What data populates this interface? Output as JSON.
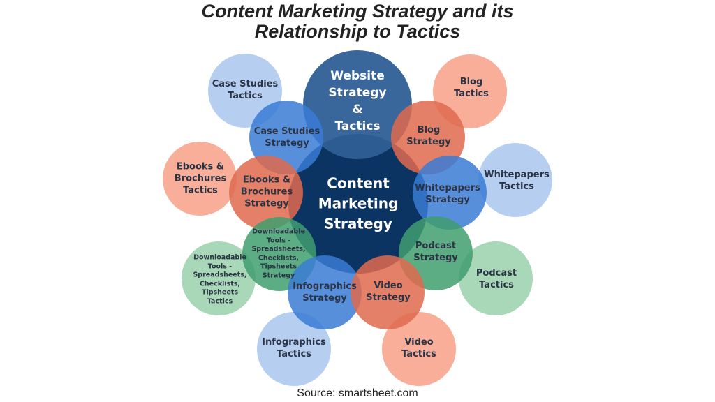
{
  "title": {
    "line1": "Content Marketing Strategy and its",
    "line2": "Relationship to Tactics"
  },
  "source": "Source: smartsheet.com",
  "colors": {
    "center": "#0b3463",
    "website": "#2f5f96",
    "blue_strategy": "#3a7bd5",
    "blue_tactics": "#a9c7ee",
    "red_strategy": "#e06a4e",
    "red_tactics": "#f7a58e",
    "green_strategy": "#3f9e6e",
    "green_tactics": "#9fd4b0",
    "label_dark": "#2b3445"
  },
  "center": {
    "lines": [
      "Content",
      "Marketing",
      "Strategy"
    ]
  },
  "website": {
    "lines": [
      "Website",
      "Strategy",
      "&",
      "Tactics"
    ]
  },
  "nodes": [
    {
      "strategy": [
        "Case Studies",
        "Strategy"
      ],
      "tactics": [
        "Case Studies",
        "Tactics"
      ],
      "color": "blue"
    },
    {
      "strategy": [
        "Blog",
        "Strategy"
      ],
      "tactics": [
        "Blog",
        "Tactics"
      ],
      "color": "red"
    },
    {
      "strategy": [
        "Ebooks &",
        "Brochures",
        "Strategy"
      ],
      "tactics": [
        "Ebooks &",
        "Brochures",
        "Tactics"
      ],
      "color": "red"
    },
    {
      "strategy": [
        "Whitepapers",
        "Strategy"
      ],
      "tactics": [
        "Whitepapers",
        "Tactics"
      ],
      "color": "blue"
    },
    {
      "strategy": [
        "Downloadable",
        "Tools -",
        "Spreadsheets,",
        "Checklists,",
        "Tipsheets",
        "Strategy"
      ],
      "tactics": [
        "Downloadable",
        "Tools -",
        "Spreadsheets,",
        "Checklists,",
        "Tipsheets",
        "Tactics"
      ],
      "color": "green"
    },
    {
      "strategy": [
        "Podcast",
        "Strategy"
      ],
      "tactics": [
        "Podcast",
        "Tactics"
      ],
      "color": "green"
    },
    {
      "strategy": [
        "Infographics",
        "Strategy"
      ],
      "tactics": [
        "Infographics",
        "Tactics"
      ],
      "color": "blue"
    },
    {
      "strategy": [
        "Video",
        "Strategy"
      ],
      "tactics": [
        "Video",
        "Tactics"
      ],
      "color": "red"
    }
  ]
}
